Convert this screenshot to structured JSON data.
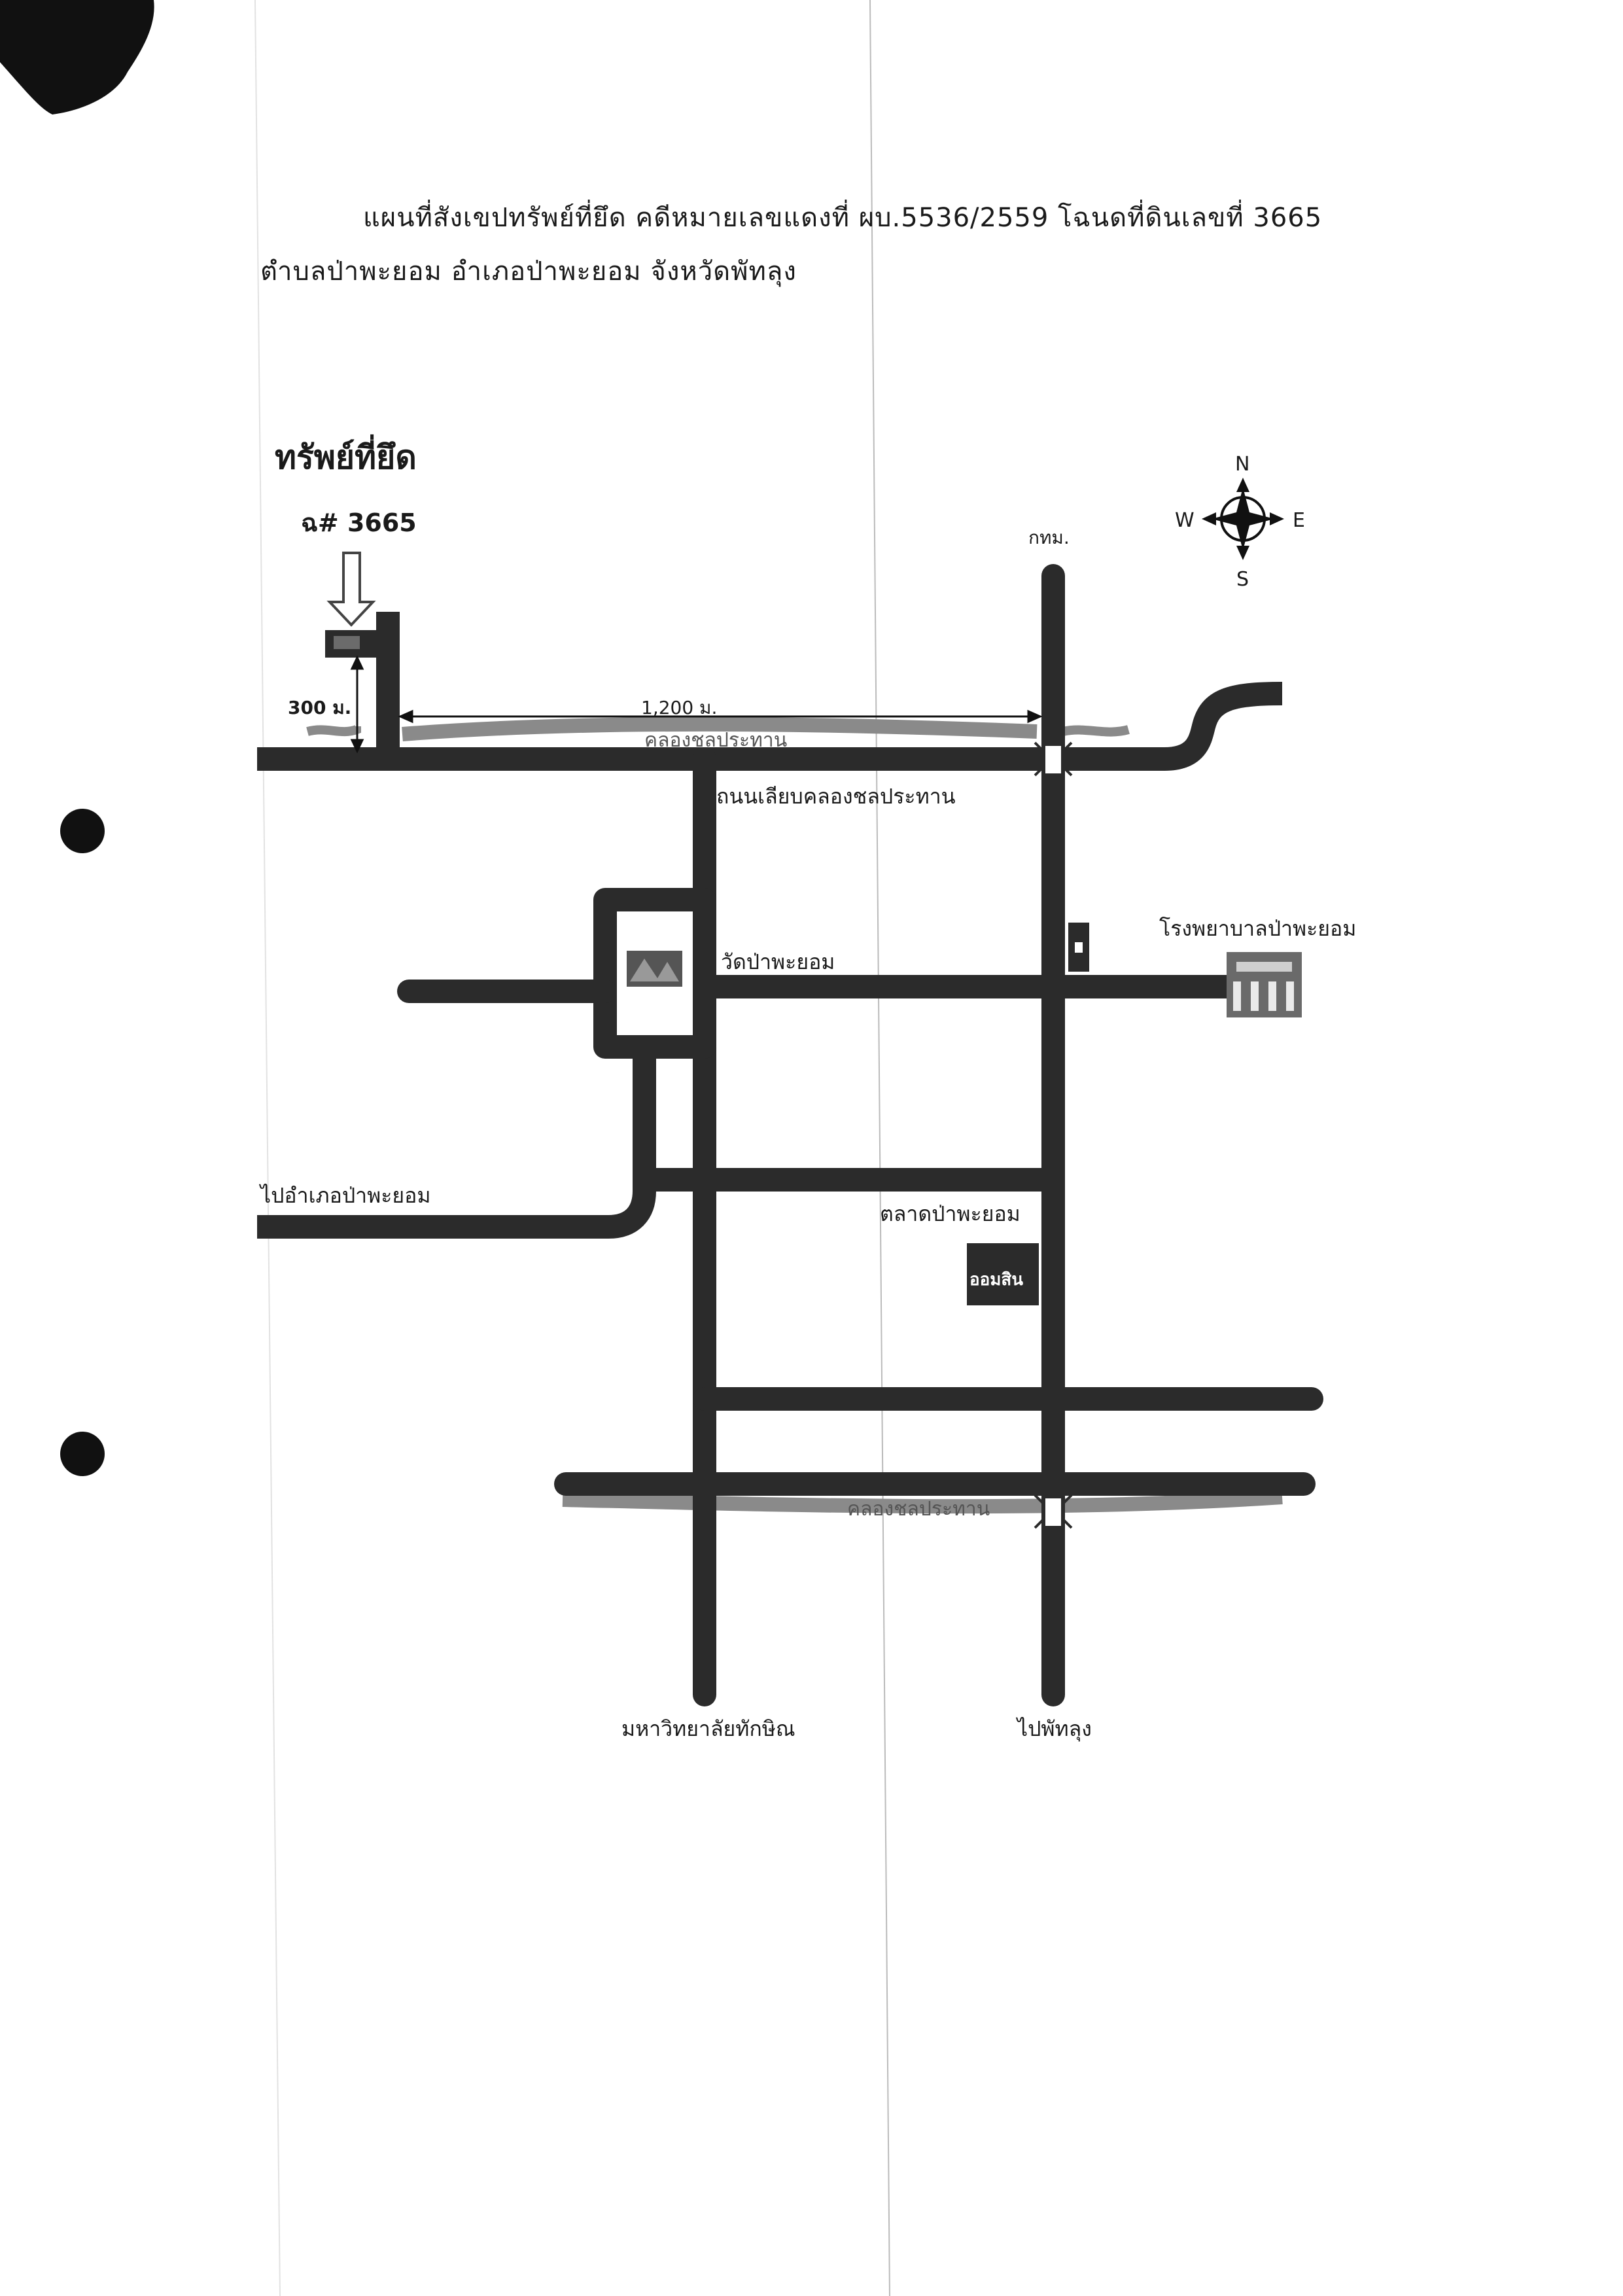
{
  "header": {
    "line1": "แผนที่สังเขปทรัพย์ที่ยึด คดีหมายเลขแดงที่ ผบ.5536/2559 โฉนดที่ดินเลขที่ 3665",
    "line2": "ตำบลป่าพะยอม อำเภอป่าพะยอม จังหวัดพัทลุง"
  },
  "property": {
    "heading": "ทรัพย์ที่ยึด",
    "deed": "ฉ# 3665"
  },
  "compass": {
    "north": "N",
    "south": "S",
    "east": "E",
    "west": "W"
  },
  "distances": {
    "offset": "300 ม.",
    "span": "1,200 ม."
  },
  "labels": {
    "bangkok": "กทม.",
    "canal_upper": "คลองชลประทาน",
    "canal_road": "ถนนเลียบคลองชลประทาน",
    "temple": "วัดป่าพะยอม",
    "hospital": "โรงพยาบาลป่าพะยอม",
    "to_district": "ไปอำเภอป่าพะยอม",
    "market": "ตลาดป่าพะยอม",
    "market_sign": "ออมสิน",
    "canal_lower": "คลองชลประทาน",
    "university": "มหาวิทยาลัยทักษิณ",
    "to_phatthalung": "ไปพัทลุง"
  },
  "colors": {
    "road": "#2b2b2b",
    "canal": "#8a8a8a",
    "ink": "#1a1a1a"
  }
}
